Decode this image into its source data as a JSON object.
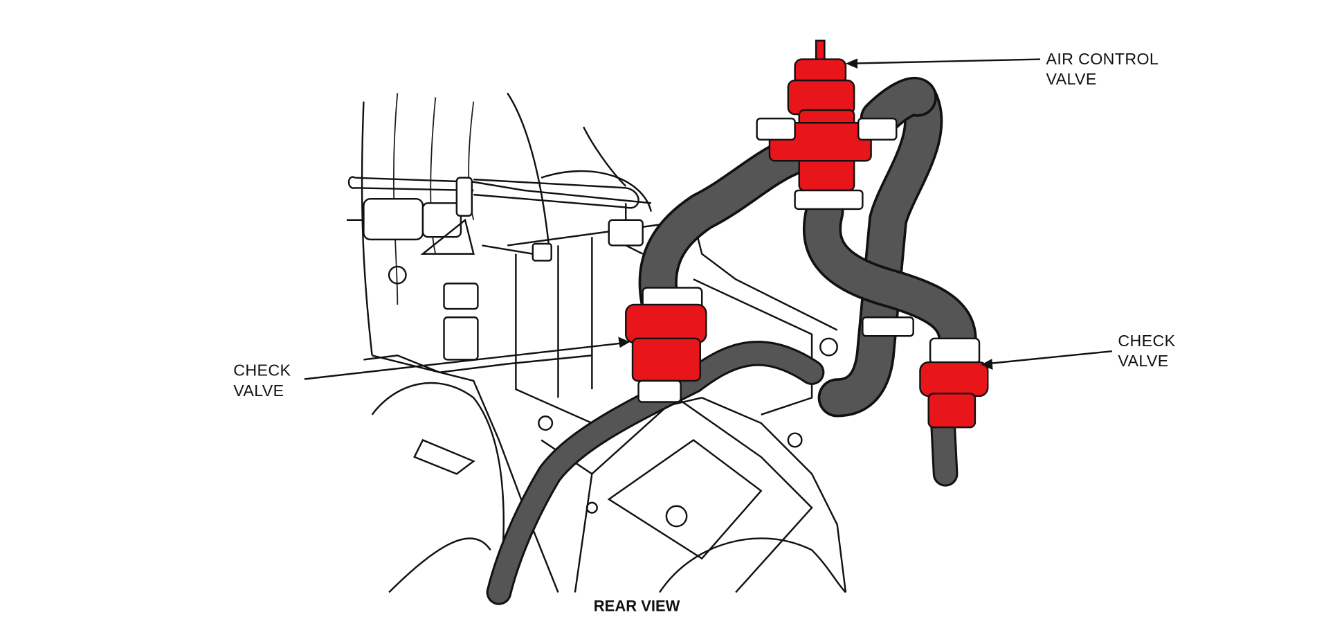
{
  "labels": {
    "air_control_valve": [
      "AIR CONTROL",
      "VALVE"
    ],
    "check_valve_left": [
      "CHECK",
      "VALVE"
    ],
    "check_valve_right": [
      "CHECK",
      "VALVE"
    ],
    "view": "REAR VIEW"
  },
  "colors": {
    "valve": "#e8161a",
    "hose": "#555555",
    "line": "#111111"
  }
}
